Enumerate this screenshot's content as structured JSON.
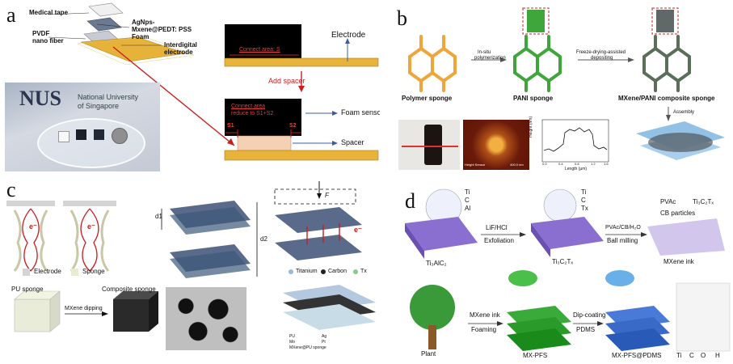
{
  "panel_a": {
    "label": "a",
    "layers": [
      "Medical tape",
      "AgNps-",
      "Mxene@PEDT: PSS",
      "Foam",
      "PVDF",
      "nano fiber",
      "Interdigital",
      "electrode"
    ],
    "photo_text": [
      "NUS",
      "National University",
      "of Singapore"
    ],
    "diagram": {
      "connect_area": "Connect area: S",
      "electrode": "Electrode",
      "add_spacer": "Add spacer",
      "connect_area_reduce_1": "Connect area",
      "connect_area_reduce_2": "reduce to S1+S2",
      "s1": "S1",
      "s2": "S2",
      "foam_sensor": "Foam sensor",
      "spacer": "Spacer"
    }
  },
  "panel_b": {
    "label": "b",
    "steps": [
      "In-situ",
      "polymerization",
      "Freeze-drying-assisted",
      "depositing",
      "Assembly"
    ],
    "captions": [
      "Polymer sponge",
      "PANI sponge",
      "MXene/PANI composite sponge"
    ],
    "afm_labels": [
      "Height Sensor",
      "400.0 nm"
    ],
    "plot": {
      "xlabel": "Length (μm)",
      "ylabel": "Height (nm)",
      "xticks": [
        "0.0",
        "0.4",
        "0.8",
        "1.2",
        "1.6"
      ]
    }
  },
  "panel_c": {
    "label": "c",
    "electrons": [
      "e⁻",
      "e⁻",
      "e⁻"
    ],
    "legend": [
      "Electrode",
      "Sponge"
    ],
    "d1": "d1",
    "d2": "d2",
    "force": "F",
    "atoms": [
      "Titanium",
      "Carbon",
      "Tx"
    ],
    "process": [
      "PU sponge",
      "MXene dipping",
      "Composite sponge"
    ],
    "device_legend": [
      "PU",
      "Ag",
      "Mo",
      "Pt",
      "MXene@PU sponge"
    ]
  },
  "panel_d": {
    "label": "d",
    "max_legend": [
      "Ti",
      "C",
      "Al"
    ],
    "mxene_legend": [
      "Ti",
      "C",
      "Tx"
    ],
    "max_name": "Ti₃AlC₂",
    "mxene_name": "Ti₃C₂Tₓ",
    "step1": [
      "LiF/HCl",
      "Exfoliation"
    ],
    "step2": [
      "PVAc/CB/H₂O",
      "Ball milling"
    ],
    "ink_legend": [
      "PVAc",
      "Ti₃C₂Tₓ",
      "CB particles"
    ],
    "ink_name": "MXene ink",
    "step3": [
      "MXene ink",
      "Foaming"
    ],
    "step4": [
      "Dip-coating",
      "PDMS"
    ],
    "names": [
      "Plant",
      "MX-PFS",
      "MX-PFS@PDMS"
    ],
    "atom_legend": [
      "Ti",
      "C",
      "O",
      "H"
    ]
  }
}
